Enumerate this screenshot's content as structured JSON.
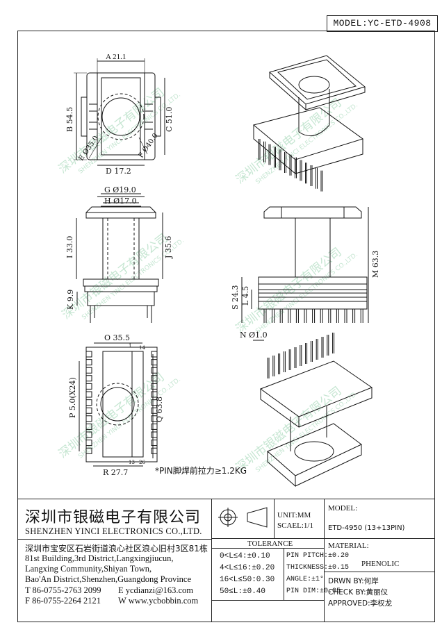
{
  "model": "MODEL:YC-ETD-4908",
  "dims": {
    "a": "A 21.1",
    "b": "B 54.5",
    "c": "C 51.0",
    "d": "D 17.2",
    "e": "E Ø35.0",
    "f": "F Ø40.0",
    "g": "G Ø19.0",
    "h": "H Ø17.0",
    "i": "I 33.0",
    "j": "J 35.6",
    "k": "K 9.9",
    "s": "S 24.3",
    "l": "L 4.5",
    "m": "M 63.3",
    "n": "N Ø1.0",
    "o": "O 35.5",
    "p": "P 5.0(X24)",
    "q": "Q 63.8",
    "r": "R 27.7",
    "pin_top_left": "1",
    "pin_top_right": "14",
    "pin_bottom_left": "13",
    "pin_bottom_right": "26"
  },
  "pin_note": "*PIN脚焊前拉力≥1.2KG",
  "watermark": {
    "cn": "深圳市银磁电子有限公司",
    "en": "SHENZHEN YINCI ELECTRONICS CO.,LTD."
  },
  "company": {
    "name_cn": "深圳市银磁电子有限公司",
    "name_en": "SHENZHEN YINCI ELECTRONICS CO.,LTD.",
    "address_cn": "深圳市宝安区石岩街道浪心社区浪心旧村3区81栋",
    "address_en": [
      "81st Building,3rd District,Langxingjiucun,",
      "Langxing Community,Shiyan Town,",
      "Bao'An District,Shenzhen,Guangdong Province"
    ],
    "tel": "T 86-0755-2763 2099",
    "email": "E ycdianzi@163.com",
    "fax": "F 86-0755-2264 2121",
    "web": "W www.ycbobbin.com"
  },
  "block": {
    "unit": "UNIT:MM",
    "scale": "SCAEL:1/1",
    "model_label": "MODEL:",
    "model_value": "ETD-4950 (13+13PIN)",
    "tolerance_label": "TOLERANCE",
    "tolerances_left": [
      "0<L≤4:±0.10",
      "4<L≤16:±0.20",
      "16<L≤50:0.30",
      "50≤L:±0.40"
    ],
    "tolerances_right": [
      "PIN PITCH:±0.20",
      "THICKNESS:±0.15",
      "ANGLE:±1°",
      "PIN DIM:±0.05"
    ],
    "material_label": "MATERIAL:",
    "material_value": "PHENOLIC",
    "drawn_by": "DRWN BY:何岸",
    "checked_by": "CHECK BY:黄丽仪",
    "approved_by": "APPROVED:李权龙"
  }
}
